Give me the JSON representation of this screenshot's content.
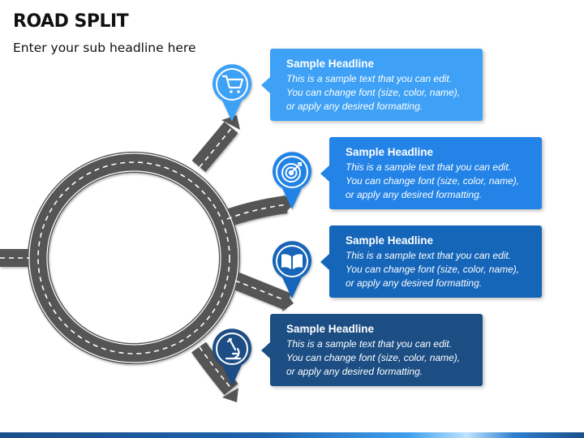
{
  "title": "ROAD SPLIT",
  "subtitle": "Enter your sub headline here",
  "callouts": [
    {
      "headline": "Sample Headline",
      "text": "This is a sample text that you can edit.\nYou can change font (size, color, name),\nor apply any desired formatting.",
      "color": "#3ea1f5",
      "icon": "shopping-cart-icon"
    },
    {
      "headline": "Sample Headline",
      "text": "This is a sample text that you can edit.\nYou can change font (size, color, name),\nor apply any desired formatting.",
      "color": "#2383e6",
      "icon": "target-icon"
    },
    {
      "headline": "Sample Headline",
      "text": "This is a sample text that you can edit.\nYou can change font (size, color, name),\nor apply any desired formatting.",
      "color": "#1565b8",
      "icon": "open-book-icon"
    },
    {
      "headline": "Sample Headline",
      "text": "This is a sample text that you can edit.\nYou can change font (size, color, name),\nor apply any desired formatting.",
      "color": "#1c4e84",
      "icon": "microscope-icon"
    }
  ],
  "road_color": "#555555",
  "lane_color": "#ffffff"
}
